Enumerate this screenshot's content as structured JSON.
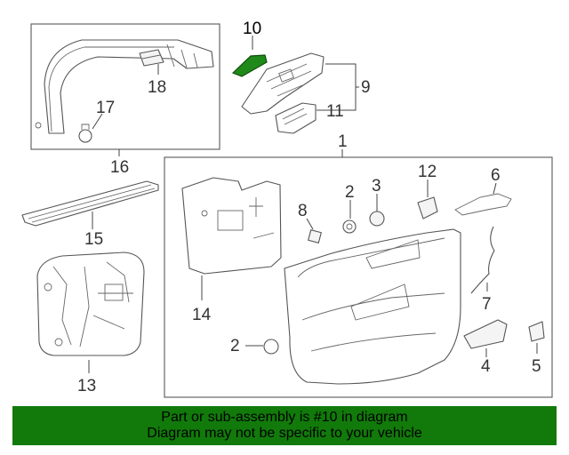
{
  "callouts": [
    {
      "id": "1",
      "label": "1"
    },
    {
      "id": "2",
      "label": "2"
    },
    {
      "id": "2b",
      "label": "2"
    },
    {
      "id": "3",
      "label": "3"
    },
    {
      "id": "4",
      "label": "4"
    },
    {
      "id": "5",
      "label": "5"
    },
    {
      "id": "6",
      "label": "6"
    },
    {
      "id": "7",
      "label": "7"
    },
    {
      "id": "8",
      "label": "8"
    },
    {
      "id": "9",
      "label": "9"
    },
    {
      "id": "10",
      "label": "10"
    },
    {
      "id": "11",
      "label": "11"
    },
    {
      "id": "12",
      "label": "12"
    },
    {
      "id": "13",
      "label": "13"
    },
    {
      "id": "14",
      "label": "14"
    },
    {
      "id": "15",
      "label": "15"
    },
    {
      "id": "16",
      "label": "16"
    },
    {
      "id": "17",
      "label": "17"
    },
    {
      "id": "18",
      "label": "18"
    }
  ],
  "highlight": {
    "part": "10",
    "color": "#1f8a1a"
  },
  "banner": {
    "line1": "Part or sub-assembly is #10 in diagram",
    "line2": "Diagram may not be specific to your vehicle",
    "background": "#117a0a"
  }
}
